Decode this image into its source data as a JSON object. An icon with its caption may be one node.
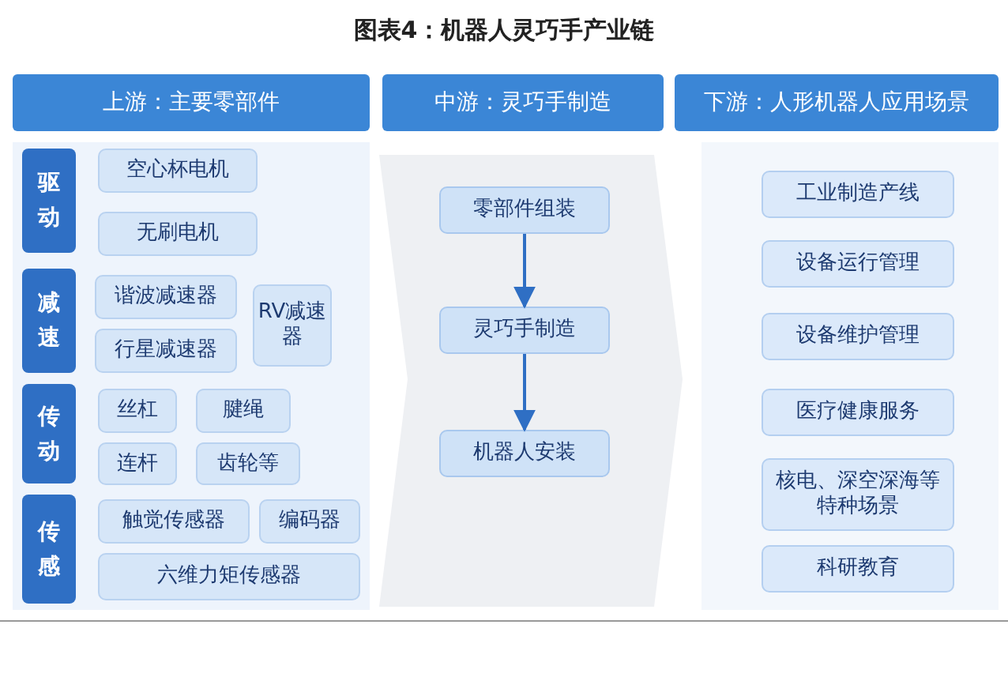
{
  "diagram": {
    "title": "图表4：机器人灵巧手产业链",
    "nodes": [
      {
        "text": [
          "上游：主要零部件"
        ]
      },
      {
        "text": [
          "中游：灵巧手制造"
        ]
      },
      {
        "text": [
          "下游：人形机器人应用场景"
        ]
      },
      {
        "text": [
          "驱动"
        ]
      },
      {
        "text": [
          "空心杯电机"
        ]
      },
      {
        "text": [
          "无刷电机"
        ]
      },
      {
        "text": [
          "减速"
        ]
      },
      {
        "text": [
          "谐波减速器"
        ]
      },
      {
        "text": [
          "行星减速器"
        ]
      },
      {
        "text": [
          "RV减速器"
        ]
      },
      {
        "text": [
          "传动"
        ]
      },
      {
        "text": [
          "丝杠"
        ]
      },
      {
        "text": [
          "腱绳"
        ]
      },
      {
        "text": [
          "连杆"
        ]
      },
      {
        "text": [
          "齿轮等"
        ]
      },
      {
        "text": [
          "传感"
        ]
      },
      {
        "text": [
          "触觉传感器"
        ]
      },
      {
        "text": [
          "编码器"
        ]
      },
      {
        "text": [
          "六维力矩传感器"
        ]
      },
      {
        "text": [
          "零部件组装"
        ]
      },
      {
        "text": [
          "灵巧手制造"
        ]
      },
      {
        "text": [
          "机器人安装"
        ]
      },
      {
        "text": [
          "工业制造产线"
        ]
      },
      {
        "text": [
          "设备运行管理"
        ]
      },
      {
        "text": [
          "设备维护管理"
        ]
      },
      {
        "text": [
          "医疗健康服务"
        ]
      },
      {
        "text": [
          "核电、深空深海等特种场景"
        ]
      },
      {
        "text": [
          "科研教育"
        ]
      }
    ],
    "edges": [
      {
        "from": 19,
        "to": 20,
        "arrow": "to"
      },
      {
        "from": 20,
        "to": 21,
        "arrow": "to"
      }
    ]
  }
}
